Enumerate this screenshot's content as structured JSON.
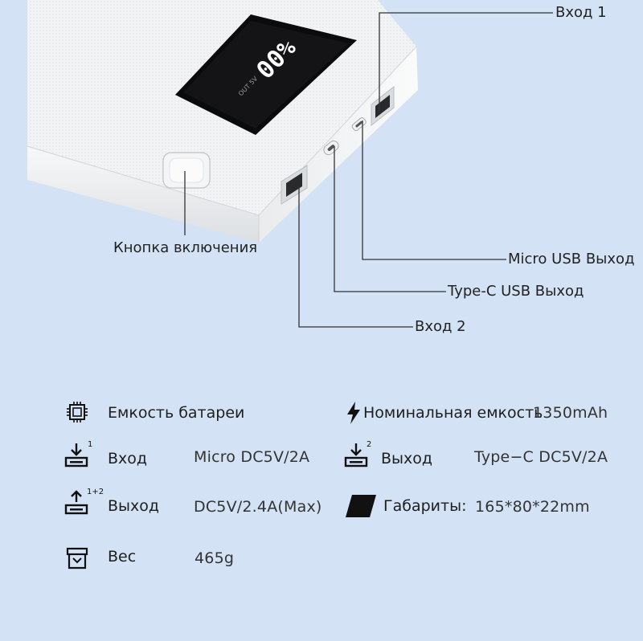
{
  "callouts": {
    "input1": "Вход 1",
    "power_button": "Кнопка включения",
    "micro_usb_out": "Micro USB Выход",
    "typec_out": "Type-C USB Выход",
    "input2": "Вход 2"
  },
  "display": {
    "percent_text": "00%",
    "out_text": "OUT 5V"
  },
  "specs": {
    "battery_capacity_label": "Емкость батареи",
    "rated_capacity_label": "Номинальная емкость",
    "rated_capacity_value": "1350mAh",
    "input_label": "Вход",
    "input_value": "Micro DC5V/2A",
    "input_icon_sup": "1",
    "output2_label": "Выход",
    "output2_value": "Type−C DC5V/2A",
    "output2_icon_sup": "2",
    "output12_label": "Выход",
    "output12_value": "DC5V/2.4A(Max)",
    "output12_icon_sup": "1+2",
    "dimensions_label": "Габариты:",
    "dimensions_value": "165*80*22mm",
    "weight_label": "Вес",
    "weight_value": "465g"
  },
  "icons": {
    "battery": "chip-icon",
    "rated": "lightning-icon",
    "input": "usb-download-icon",
    "output": "usb-upload-icon",
    "dimensions": "square-icon",
    "weight": "box-icon"
  },
  "colors": {
    "background": "#d3e3f5",
    "device_body": "#f4f5f6",
    "display": "#0b0b0c",
    "line": "#333333"
  }
}
